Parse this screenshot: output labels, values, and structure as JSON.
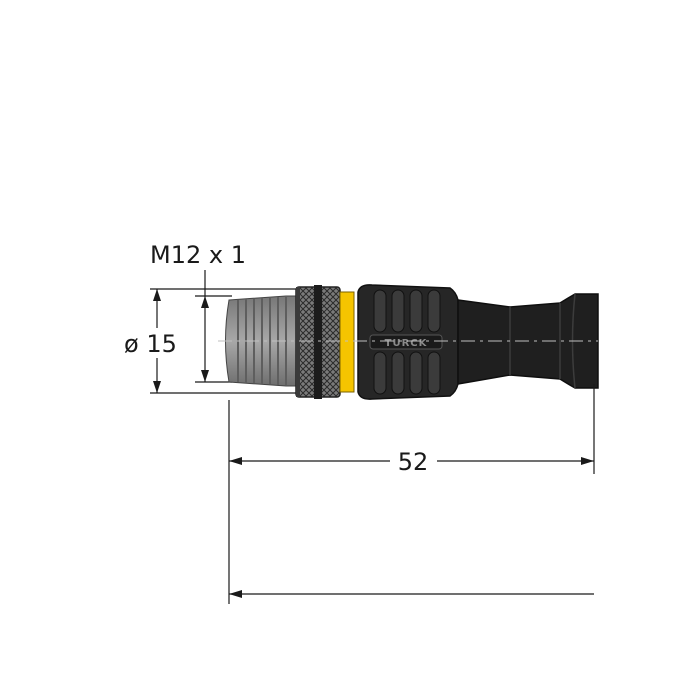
{
  "labels": {
    "thread": "M12 x 1",
    "diameter": "ø 15",
    "length": "52"
  },
  "brand_mark": "TURCK",
  "colors": {
    "line": "#1a1a1a",
    "thread_grey": "#8e8e8e",
    "knurl_grey": "#6f6f6f",
    "yellow_ring": "#f5c400",
    "body_black": "#262626",
    "cable_black": "#1f1f1f"
  }
}
